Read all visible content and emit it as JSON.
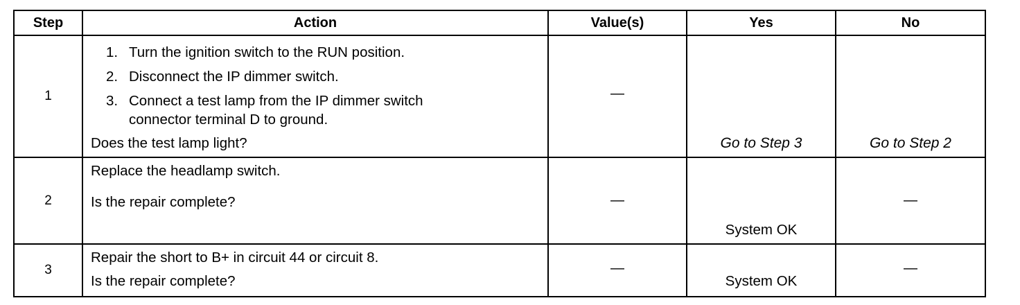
{
  "headers": {
    "step": "Step",
    "action": "Action",
    "values": "Value(s)",
    "yes": "Yes",
    "no": "No"
  },
  "rows": [
    {
      "step": "1",
      "action_items": [
        {
          "num": "1.",
          "text": "Turn the ignition switch to the RUN position."
        },
        {
          "num": "2.",
          "text": "Disconnect the IP dimmer switch."
        },
        {
          "num": "3.",
          "text": "Connect a test lamp from the IP dimmer switch",
          "cont": "connector terminal D to ground."
        }
      ],
      "question": "Does the test lamp light?",
      "value": "—",
      "yes": "Go to Step 3",
      "no": "Go to Step 2"
    },
    {
      "step": "2",
      "action_text": "Replace the headlamp switch.",
      "question": "Is the repair complete?",
      "value": "—",
      "yes": "System OK",
      "no": "—"
    },
    {
      "step": "3",
      "action_text": "Repair the short to B+ in circuit 44 or circuit 8.",
      "question": "Is the repair complete?",
      "value": "—",
      "yes": "System OK",
      "no": "—"
    }
  ]
}
